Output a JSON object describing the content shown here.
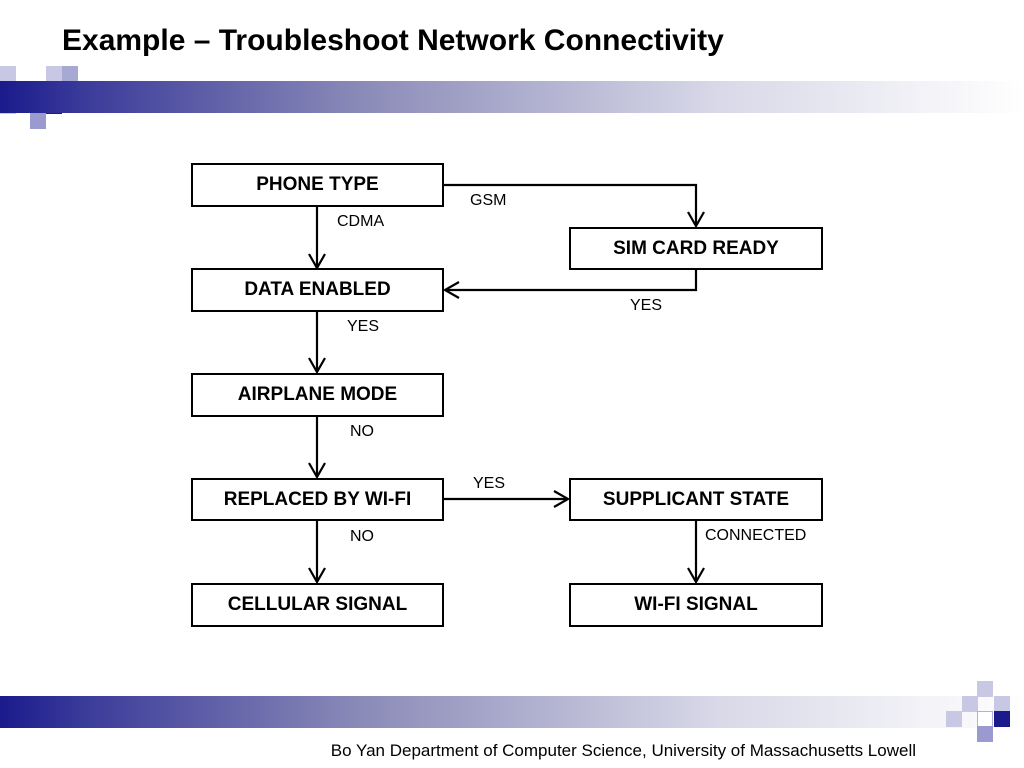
{
  "slide": {
    "title": "Example – Troubleshoot Network Connectivity",
    "footer": "Bo Yan Department of Computer Science, University of Massachusetts Lowell"
  },
  "diagram": {
    "nodes": {
      "phone_type": "PHONE TYPE",
      "sim_card_ready": "SIM CARD READY",
      "data_enabled": "DATA ENABLED",
      "airplane_mode": "AIRPLANE MODE",
      "replaced_by_wifi": "REPLACED BY WI-FI",
      "supplicant_state": "SUPPLICANT STATE",
      "cellular_signal": "CELLULAR SIGNAL",
      "wifi_signal": "WI-FI SIGNAL"
    },
    "edges": {
      "gsm": "GSM",
      "cdma": "CDMA",
      "sim_yes": "YES",
      "data_yes": "YES",
      "airplane_no": "NO",
      "wifi_yes": "YES",
      "wifi_no": "NO",
      "connected": "CONNECTED"
    }
  },
  "colors": {
    "brand_navy": "#1a1a8c",
    "brand_light": "#9a9ad0"
  }
}
